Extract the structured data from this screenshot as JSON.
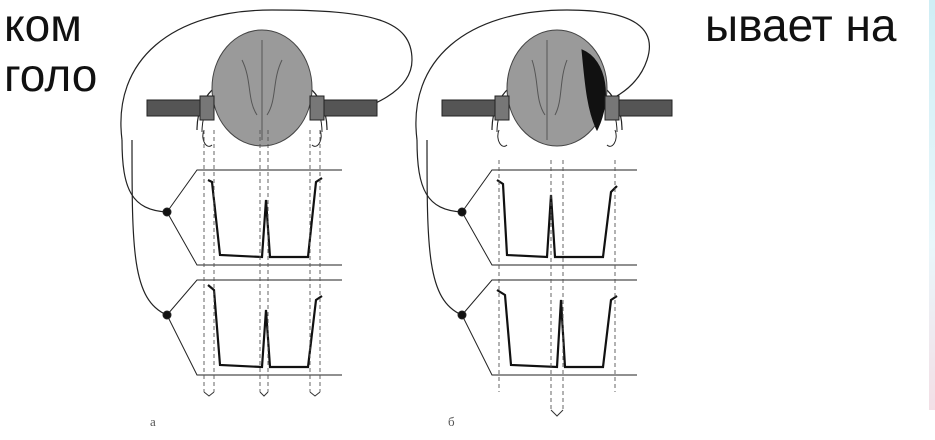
{
  "slide": {
    "line1_left": "ком",
    "line1_right": "ывает на",
    "line2_left": "голо"
  },
  "figure": {
    "label_a": "а",
    "label_b": "б"
  }
}
